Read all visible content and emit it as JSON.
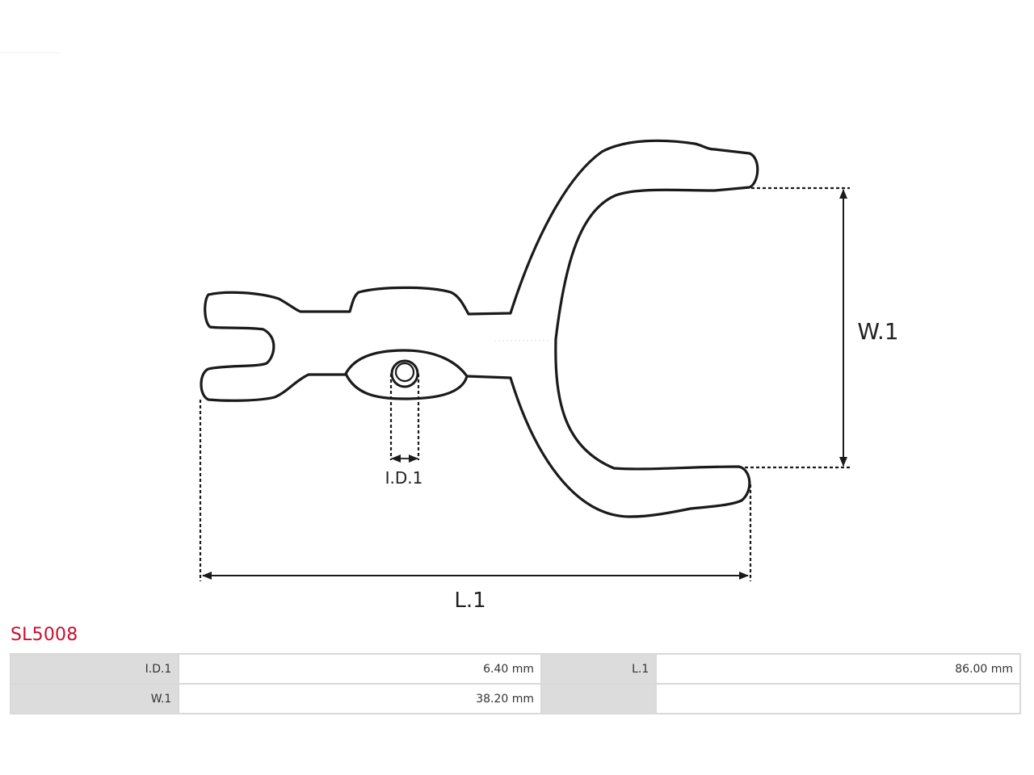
{
  "diagram": {
    "labels": {
      "id1": "I.D.1",
      "w1": "W.1",
      "l1": "L.1"
    },
    "stroke_color": "#1a1a1a"
  },
  "part": {
    "code": "SL5008",
    "code_color": "#c8102e"
  },
  "specs": {
    "rows": [
      [
        {
          "key": "I.D.1",
          "value": "6.40 mm"
        },
        {
          "key": "L.1",
          "value": "86.00 mm"
        }
      ],
      [
        {
          "key": "W.1",
          "value": "38.20 mm"
        },
        {
          "key": "",
          "value": ""
        }
      ]
    ]
  }
}
